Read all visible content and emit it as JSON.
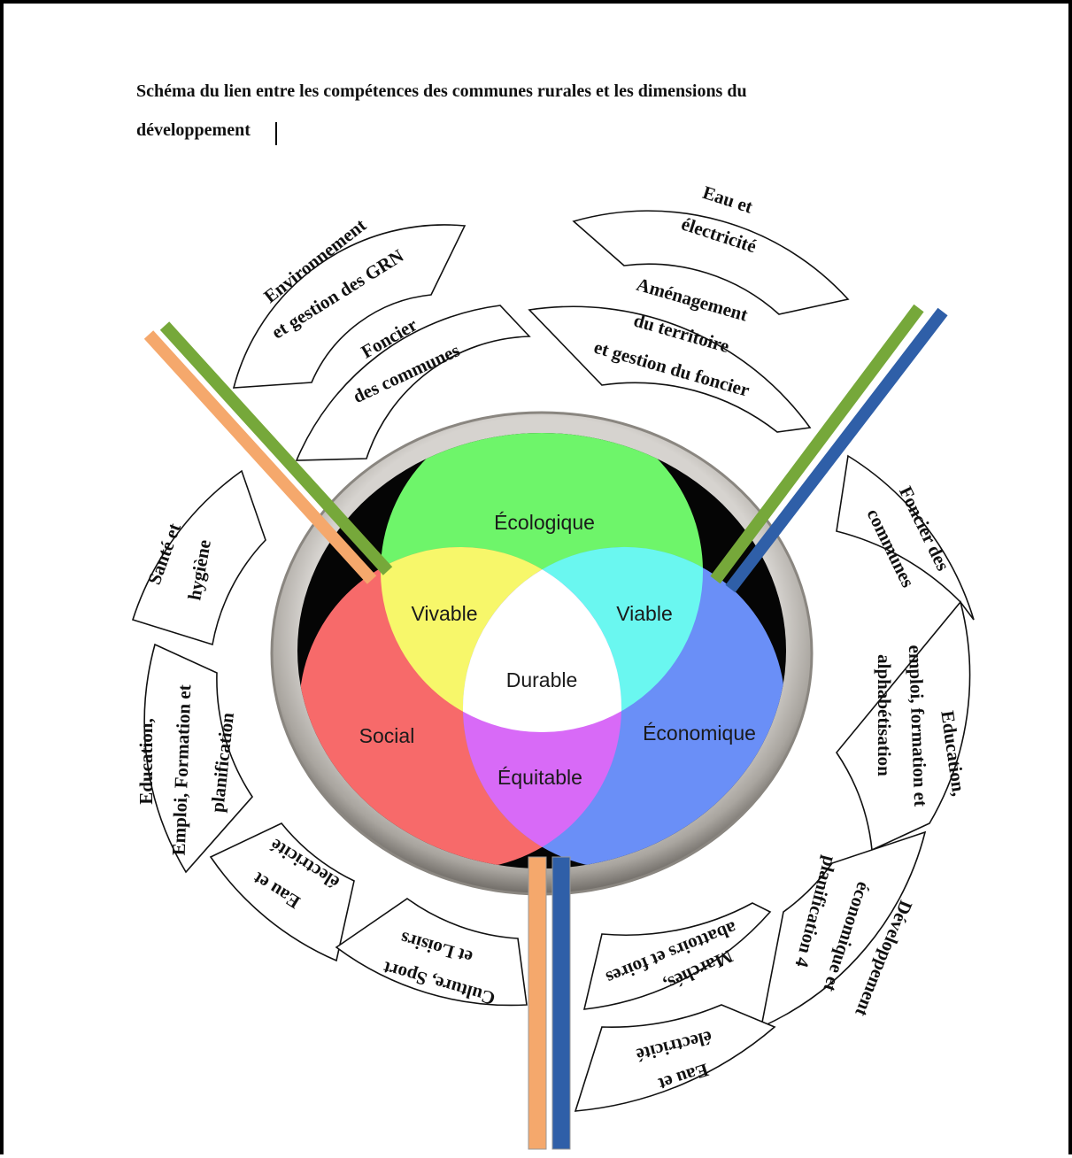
{
  "document": {
    "title_line1": "Schéma du lien entre les compétences des communes rurales et les dimensions du",
    "title_line2": "développement"
  },
  "venn": {
    "ecologique": "Écologique",
    "social": "Social",
    "economique": "Économique",
    "vivable": "Vivable",
    "viable": "Viable",
    "equitable": "Équitable",
    "durable": "Durable"
  },
  "petals": {
    "environnement_l1": "Environnement",
    "environnement_l2": "et gestion des  GRN",
    "foncier_tl_l1": "Foncier",
    "foncier_tl_l2": "des communes",
    "eau_top_l1": "Eau et",
    "eau_top_l2": "électricité",
    "amenagement_l1": "Aménagement",
    "amenagement_l2": "du territoire",
    "amenagement_l3": "et gestion du foncier",
    "sante_l1": "Santé et",
    "sante_l2": "hygiène",
    "education_l_l1": "Education,",
    "education_l_l2": "Emploi, Formation et",
    "education_l_l3": "planification",
    "foncier_r_l1": "Foncier des",
    "foncier_r_l2": "communes",
    "education_r_l1": "Education,",
    "education_r_l2": "emploi, formation et",
    "education_r_l3": "alphabétisation",
    "eau_bl_l1": "Eau et",
    "eau_bl_l2": "électricité",
    "culture_l1": "Culture, Sport",
    "culture_l2": "et Loisirs",
    "marches_l1": "Marchés,",
    "marches_l2": "abattoirs et foires",
    "developpement_l1": "Développement",
    "developpement_l2": "économique et",
    "developpement_l3": "planification 4",
    "eau_br_l1": "Eau et",
    "eau_br_l2": "électricité"
  },
  "colors": {
    "ecologique": "#6ef56a",
    "social": "#f76a6a",
    "economique": "#6a8ff7",
    "vivable": "#f7f76a",
    "viable": "#6af7f0",
    "equitable": "#d86af7",
    "durable": "#ffffff",
    "pillar_orange": "#f5a86c",
    "pillar_green": "#76a83a",
    "pillar_blue": "#2f5fa8"
  }
}
